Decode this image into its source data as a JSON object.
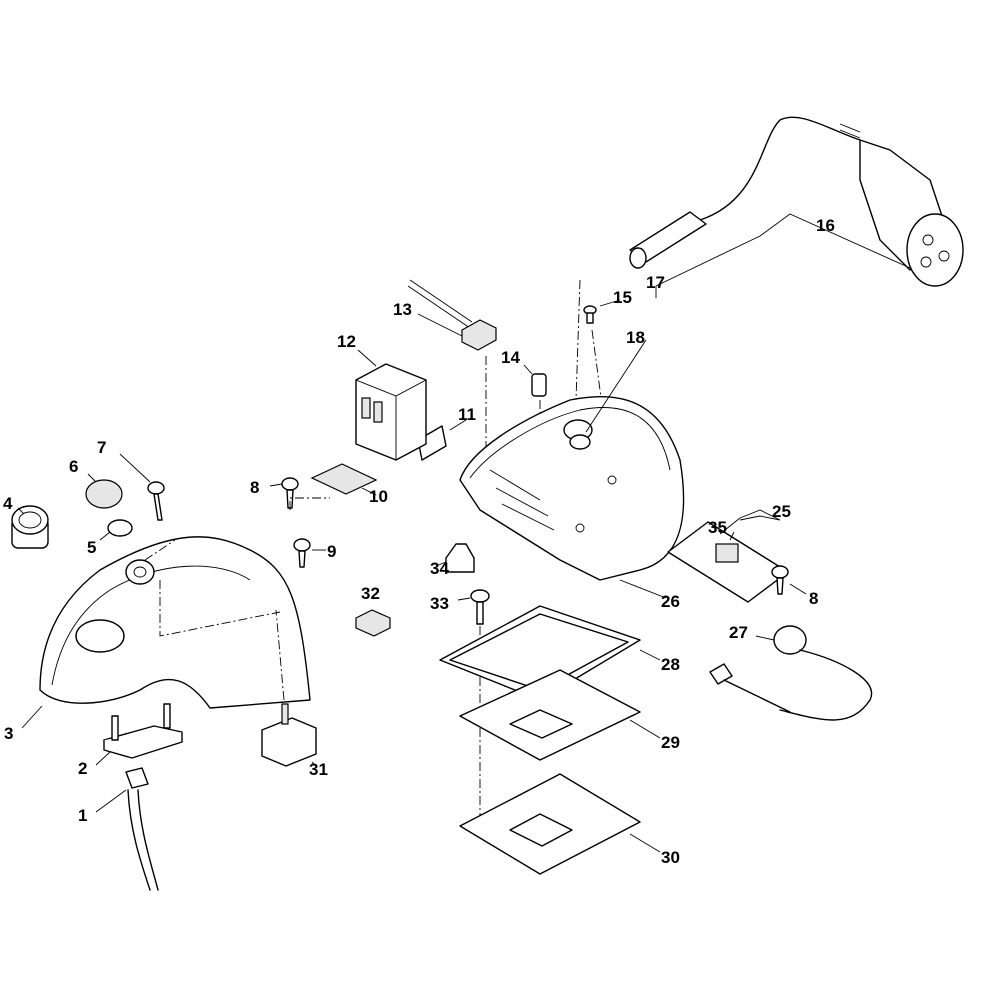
{
  "diagram": {
    "type": "exploded-parts-view",
    "callouts": {
      "p1": "1",
      "p2": "2",
      "p3": "3",
      "p4": "4",
      "p5": "5",
      "p6": "6",
      "p7": "7",
      "p8a": "8",
      "p8b": "8",
      "p9": "9",
      "p10": "10",
      "p11": "11",
      "p12": "12",
      "p13": "13",
      "p14": "14",
      "p15": "15",
      "p16": "16",
      "p17": "17",
      "p18": "18",
      "p25": "25",
      "p26": "26",
      "p27": "27",
      "p28": "28",
      "p29": "29",
      "p30": "30",
      "p31": "31",
      "p32": "32",
      "p33": "33",
      "p34": "34",
      "p35": "35"
    }
  }
}
